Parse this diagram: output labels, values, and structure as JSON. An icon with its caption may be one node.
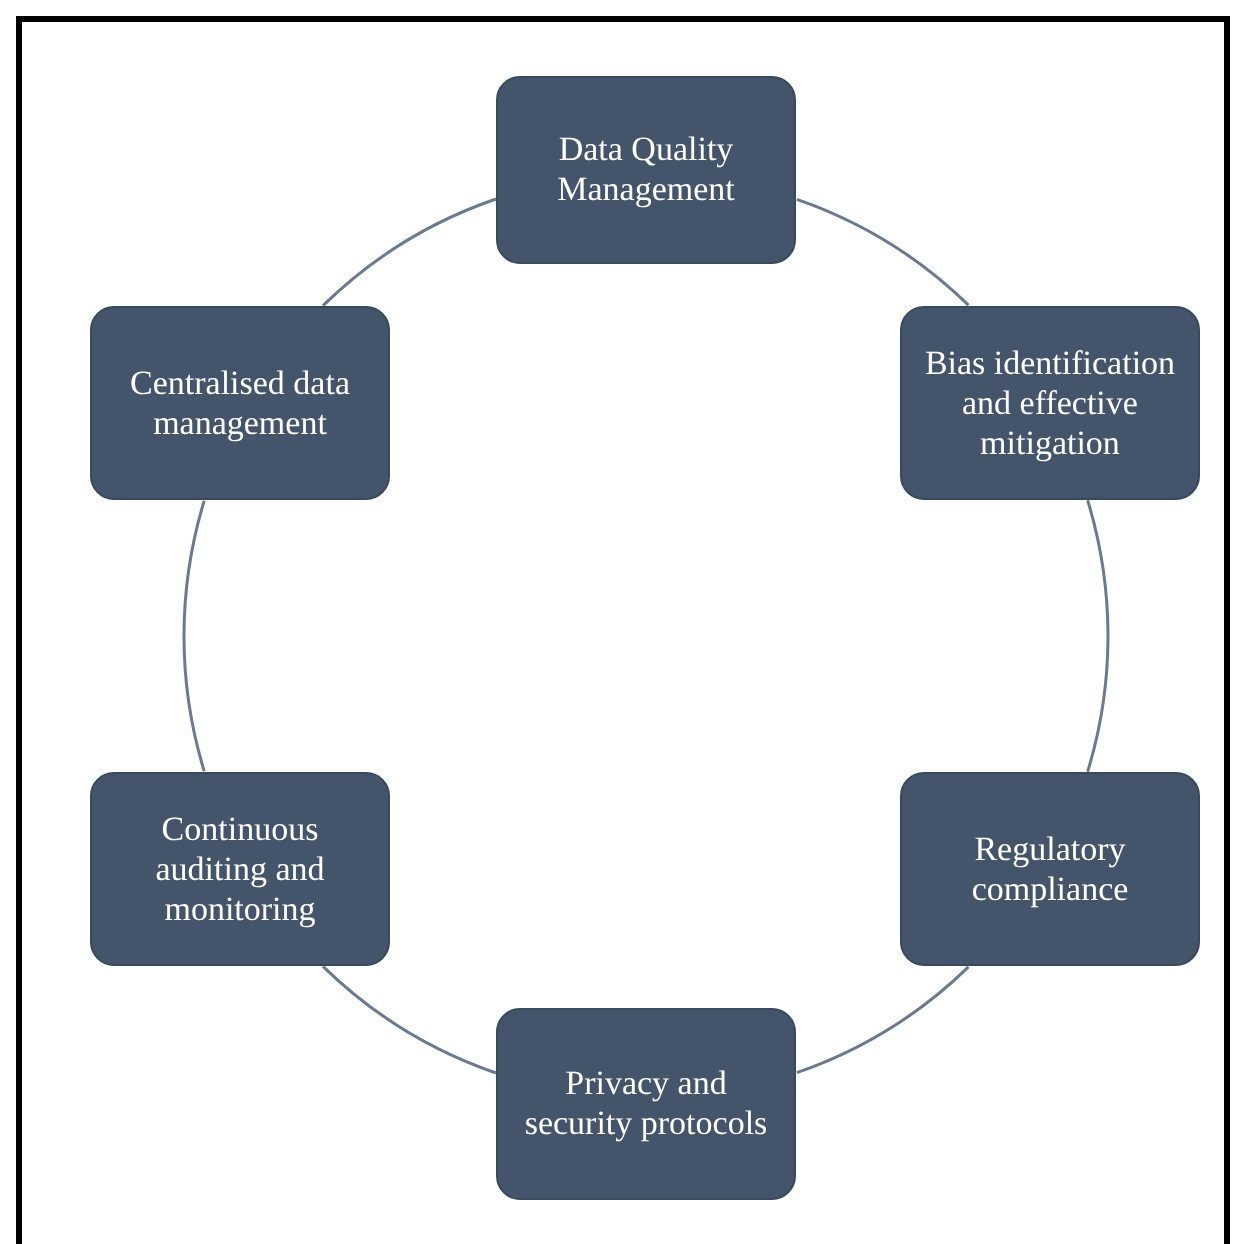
{
  "diagram": {
    "nodes": [
      {
        "text": [
          "Data Quality Management"
        ]
      },
      {
        "text": [
          "Bias identification and effective mitigation"
        ]
      },
      {
        "text": [
          "Regulatory compliance"
        ]
      },
      {
        "text": [
          "Privacy and security protocols"
        ]
      },
      {
        "text": [
          "Continuous auditing and monitoring"
        ]
      },
      {
        "text": [
          "Centralised data management"
        ]
      }
    ],
    "edges": [
      {
        "from": 0,
        "to": 1,
        "arrow": "none"
      },
      {
        "from": 1,
        "to": 2,
        "arrow": "none"
      },
      {
        "from": 2,
        "to": 3,
        "arrow": "none"
      },
      {
        "from": 3,
        "to": 4,
        "arrow": "none"
      },
      {
        "from": 4,
        "to": 5,
        "arrow": "none"
      },
      {
        "from": 5,
        "to": 0,
        "arrow": "none"
      }
    ]
  }
}
